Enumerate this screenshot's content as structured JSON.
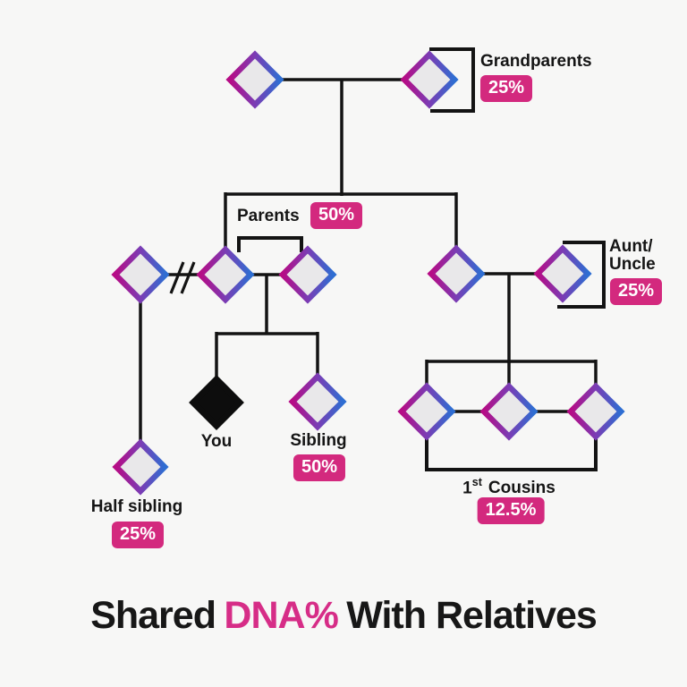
{
  "title": {
    "part1": "Shared",
    "accent": "DNA%",
    "part2": "With Relatives"
  },
  "relatives": {
    "grandparents": {
      "label": "Grandparents",
      "share": "25%"
    },
    "parents": {
      "label": "Parents",
      "share": "50%"
    },
    "aunt_uncle": {
      "label_line1": "Aunt/",
      "label_line2": "Uncle",
      "share": "25%"
    },
    "you": {
      "label": "You"
    },
    "sibling": {
      "label": "Sibling",
      "share": "50%"
    },
    "half_sibling": {
      "label": "Half sibling",
      "share": "25%"
    },
    "first_cousins": {
      "label_number": "1",
      "label_ordinal": "st",
      "label_rest": "Cousins",
      "share": "12.5%"
    }
  },
  "colors": {
    "background": "#f7f7f6",
    "line": "#131313",
    "label_text": "#151515",
    "badge_bg": "#d3297e",
    "badge_text": "#ffffff",
    "title_text": "#171717",
    "title_accent": "#d62d87",
    "diamond_fill": "#e9e8ea",
    "diamond_gradient_left": "#b60c85",
    "diamond_gradient_mid": "#7b3cb4",
    "diamond_gradient_right": "#2e6ed2",
    "you_fill": "#0d0d0d"
  }
}
